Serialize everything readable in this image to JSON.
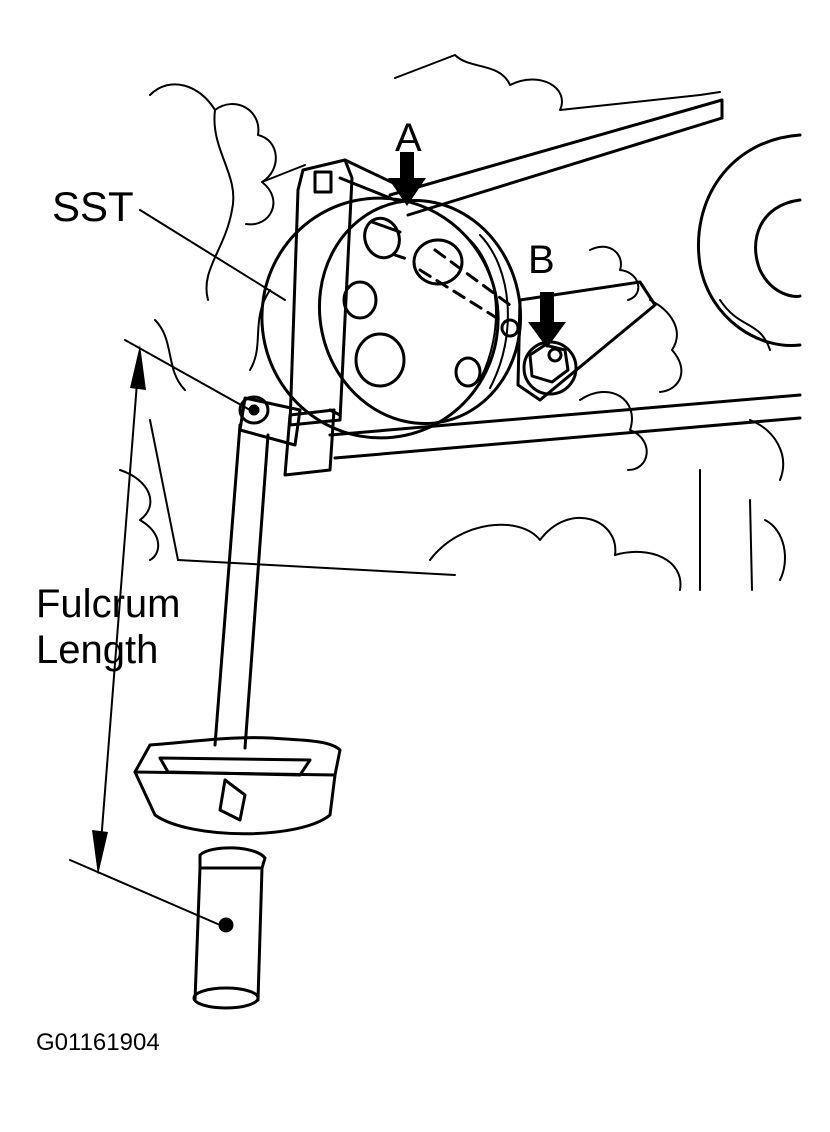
{
  "figure": {
    "labels": {
      "sst": "SST",
      "a": "A",
      "b": "B",
      "fulcrum_line1": "Fulcrum",
      "fulcrum_line2": "Length"
    },
    "figure_code": "G01161904"
  }
}
